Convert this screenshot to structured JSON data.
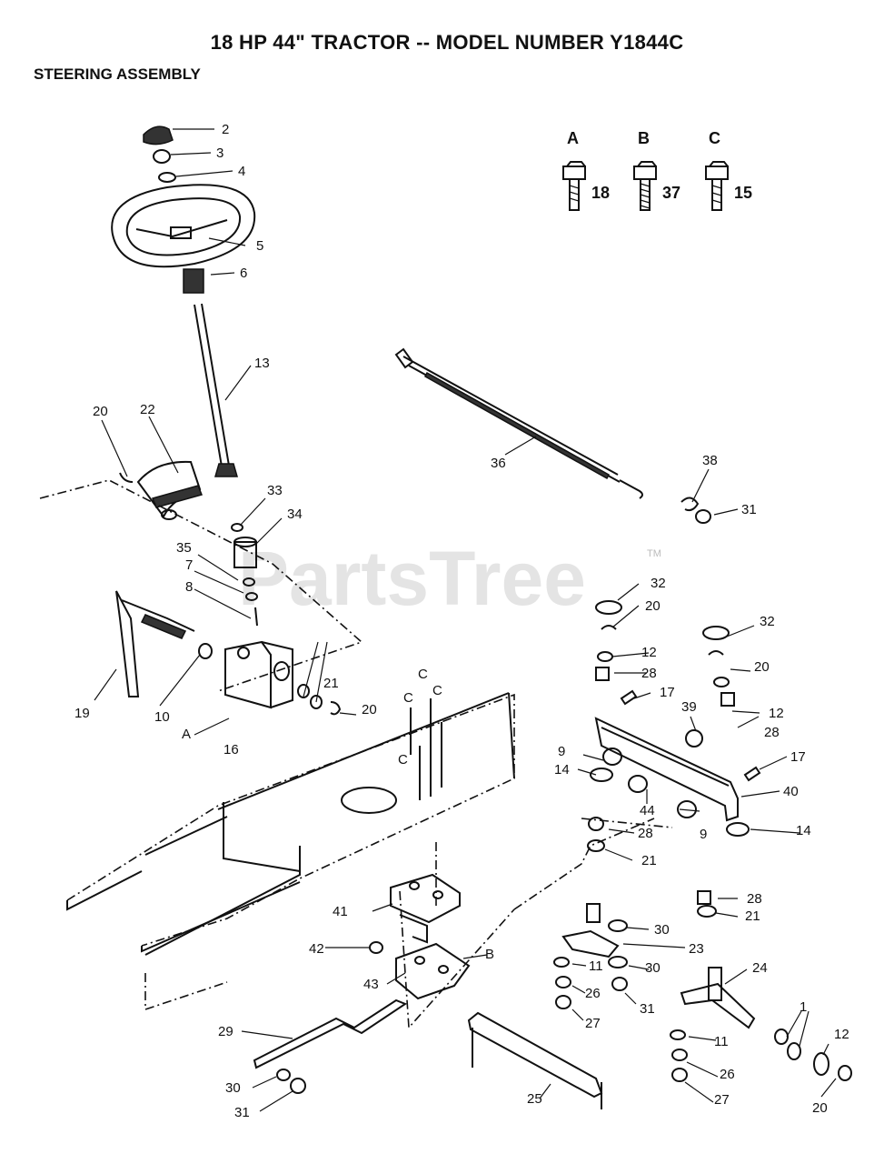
{
  "title": "18 HP 44\" TRACTOR -- MODEL NUMBER Y1844C",
  "subtitle": "STEERING ASSEMBLY",
  "watermark": "PartsTree",
  "watermark_tm": "TM",
  "legend": [
    {
      "letter": "A",
      "qty": "18"
    },
    {
      "letter": "B",
      "qty": "37"
    },
    {
      "letter": "C",
      "qty": "15"
    }
  ],
  "callouts": {
    "c2": "2",
    "c3": "3",
    "c4": "4",
    "c5": "5",
    "c6": "6",
    "c13": "13",
    "c20a": "20",
    "c22": "22",
    "c33": "33",
    "c34": "34",
    "c35": "35",
    "c7": "7",
    "c8": "8",
    "c19": "19",
    "c10": "10",
    "cA1": "A",
    "c16": "16",
    "c21a": "21",
    "c20b": "20",
    "c36": "36",
    "c38": "38",
    "c31a": "31",
    "cC1": "C",
    "cC2": "C",
    "cC3": "C",
    "cC4": "C",
    "c32a": "32",
    "c20c": "20",
    "c12a": "12",
    "c28a": "28",
    "c17a": "17",
    "c9a": "9",
    "c14a": "14",
    "c39": "39",
    "c32b": "32",
    "c20d": "20",
    "c12b": "12",
    "c28b": "28",
    "c17b": "17",
    "c40": "40",
    "c44": "44",
    "c9b": "9",
    "c28c": "28",
    "c21b": "21",
    "c14b": "14",
    "c41": "41",
    "c28d": "28",
    "c21c": "21",
    "c42": "42",
    "c30a": "30",
    "c23": "23",
    "cB1": "B",
    "c11a": "11",
    "c30b": "30",
    "c24": "24",
    "c43": "43",
    "c26a": "26",
    "c31b": "31",
    "c27a": "27",
    "c29": "29",
    "c1": "1",
    "c11b": "11",
    "c12c": "12",
    "c30c": "30",
    "c26b": "26",
    "c31c": "31",
    "c25": "25",
    "c27b": "27",
    "c20e": "20"
  }
}
